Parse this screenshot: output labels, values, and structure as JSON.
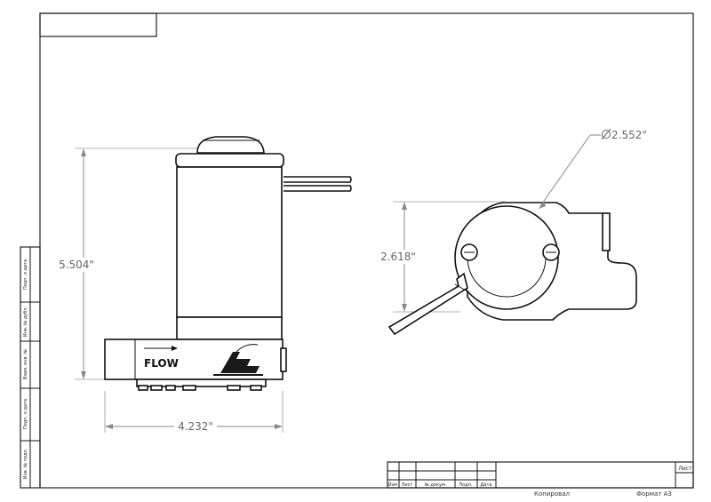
{
  "dimensions": {
    "height": "5.504\"",
    "width": "4.232\"",
    "diameter": "2.552\"",
    "top_height": "2.618\""
  },
  "part_labels": {
    "flow": "FLOW"
  },
  "side_strip": [
    "Подп. и дата",
    "Инв. № дубл.",
    "Взам. инв. №",
    "Подп. и дата",
    "Инв. № подл."
  ],
  "title_block": {
    "cols": [
      "Изм",
      "Лист",
      "№ докум.",
      "Подп.",
      "Дата"
    ],
    "sheet_label": "Лист",
    "copied": "Копировал",
    "format": "Формат А3"
  },
  "icons": [
    "diameter-symbol-icon",
    "flow-arrow-icon",
    "logo-icon",
    "screw-head-icon"
  ]
}
